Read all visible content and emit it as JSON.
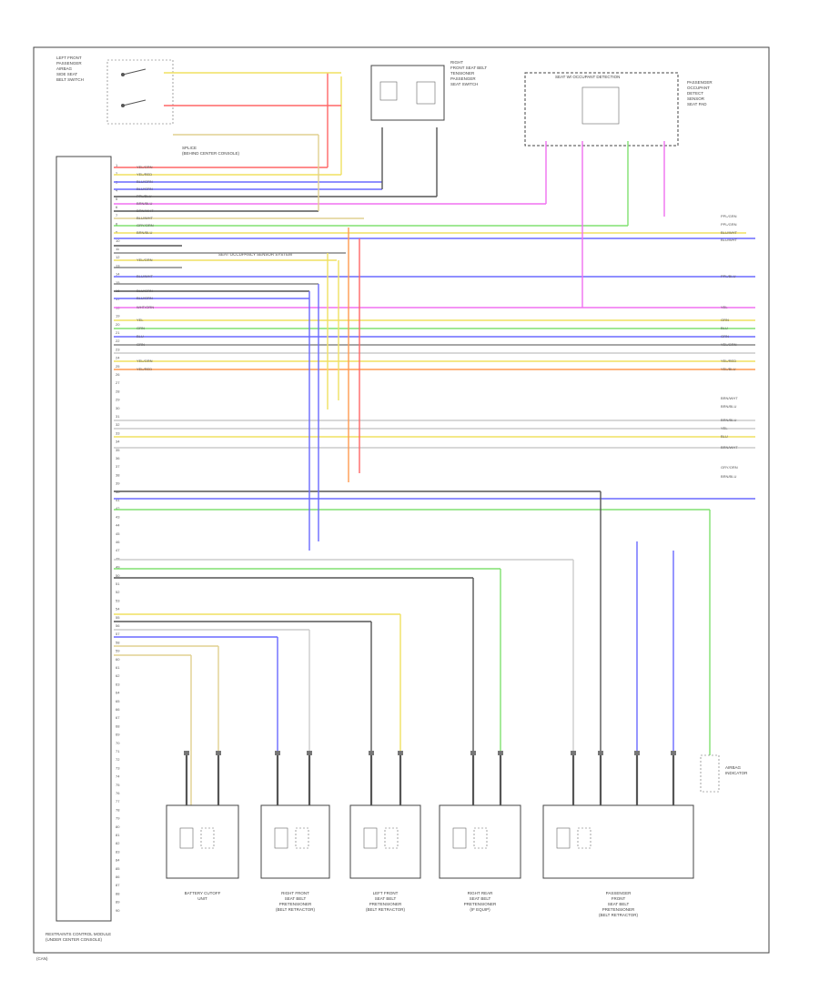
{
  "colors": {
    "yellow": "#f0e060",
    "red": "#ff6666",
    "pink": "#f070f0",
    "blue": "#6a6aff",
    "green": "#80e070",
    "gray": "#888888",
    "darkgray": "#555555",
    "tan": "#e0d090",
    "orange": "#ff9a50",
    "lightgray": "#cccccc"
  },
  "captions": {
    "left_top": [
      "LEFT FRONT",
      "PASSENGER",
      "AIRBAG",
      "SIDE SEAT",
      "BELT SWITCH"
    ],
    "right_top": [
      "RIGHT",
      "FRONT SEAT BELT",
      "TENSIONER",
      "PASSENGER",
      "SEAT SWITCH"
    ],
    "pass_detect": [
      "PASSENGER",
      "OCCUPANT",
      "DETECT",
      "SENSOR",
      "SEAT PAD"
    ],
    "pass_detect_header": "SEAT W/ OCCUPANT DETECTION",
    "main_module": [
      "RESTRAINTS CONTROL MODULE",
      "(UNDER CENTER CONSOLE)"
    ],
    "splice": [
      "SPLICE",
      "(BEHIND CENTER CONSOLE)"
    ],
    "seat_occ_label": "SEAT OCCUPANCY SENSOR SYSTEM",
    "ground_label": [
      "AIRBAG",
      "INDICATOR"
    ],
    "footer": "(CAN)"
  },
  "bottom_components": [
    {
      "label": [
        "BATTERY CUTOFF",
        "UNIT"
      ]
    },
    {
      "label": [
        "RIGHT FRONT",
        "SEAT BELT",
        "PRETENSIONER",
        "(BELT RETRACTOR)"
      ]
    },
    {
      "label": [
        "LEFT FRONT",
        "SEAT BELT",
        "PRETENSIONER",
        "(BELT RETRACTOR)"
      ]
    },
    {
      "label": [
        "RIGHT REAR",
        "SEAT BELT",
        "PRETENSIONER",
        "(IF EQUIP)"
      ]
    },
    {
      "label": [
        "PASSENGER",
        "FRONT",
        "SEAT BELT",
        "PRETENSIONER",
        "(BELT RETRACTOR)"
      ]
    }
  ],
  "wire_labels": [
    "YEL/GRN",
    "YEL/RED",
    "BLU/GRN",
    "BLU/GRN",
    "PPL/BLU",
    "BRN/BLU",
    "BRN/WHT",
    "BLU/WHT",
    "GRY/ORN",
    "BRN/BLU",
    "YEL/GRN",
    "BLU/WHT",
    "BLU/GRN",
    "BLU/GRN",
    "WHT/ORN",
    "YEL",
    "GRN",
    "BLU",
    "GRN",
    "YEL/GRN",
    "YEL/RED"
  ],
  "right_labels": [
    "PPL/GRN",
    "PPL/GRN",
    "BLU/WHT",
    "BLU/WHT",
    "PPL/BLU",
    "YEL",
    "GRN",
    "BLU",
    "GRN",
    "YEL/GRN",
    "YEL/RED",
    "YEL/BLU",
    "BRN/WHT",
    "BRN/BLU",
    "BRN/BLU",
    "YEL",
    "BLU",
    "BRN/WHT",
    "GRY/ORN",
    "BRN/BLU"
  ],
  "pin_numbers": [
    "1",
    "2",
    "3",
    "4",
    "5",
    "6",
    "7",
    "8",
    "9",
    "10",
    "11",
    "12",
    "13",
    "14",
    "15",
    "16",
    "17",
    "18",
    "19",
    "20",
    "21",
    "22",
    "23",
    "24",
    "25",
    "26",
    "27",
    "28",
    "29",
    "30",
    "31",
    "32",
    "33",
    "34",
    "35",
    "36",
    "37",
    "38",
    "39",
    "40",
    "41",
    "42",
    "43",
    "44",
    "45",
    "46",
    "47",
    "48",
    "49",
    "50",
    "51",
    "52",
    "53",
    "54",
    "55",
    "56",
    "57",
    "58",
    "59",
    "60",
    "61",
    "62",
    "63",
    "64",
    "65",
    "66",
    "67",
    "68",
    "69",
    "70",
    "71",
    "72",
    "73",
    "74",
    "75",
    "76",
    "77",
    "78",
    "79",
    "80",
    "81",
    "82",
    "83",
    "84",
    "85",
    "86",
    "87",
    "88",
    "89",
    "90"
  ]
}
